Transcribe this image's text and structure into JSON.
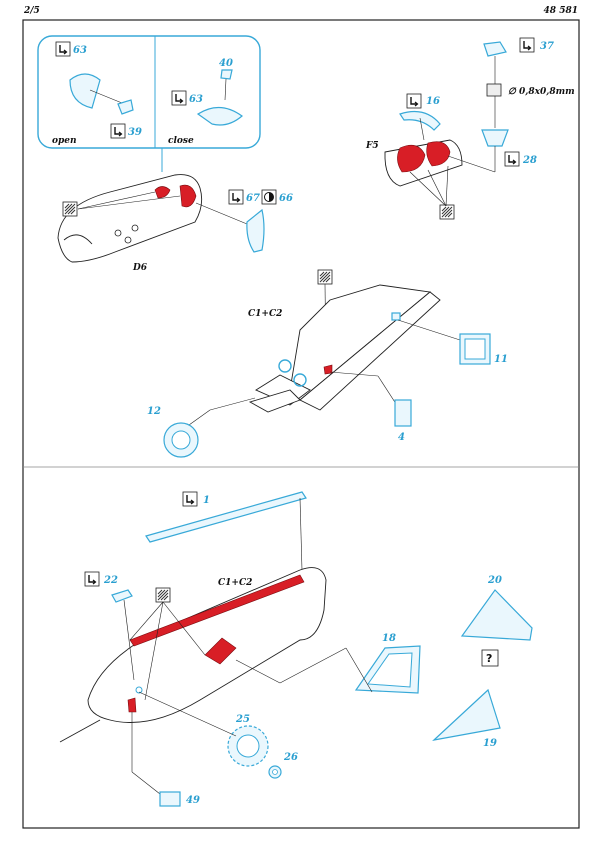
{
  "header": {
    "page": "2/5",
    "code": "48 581"
  },
  "top_panel": {
    "inset": {
      "open_label": "open",
      "close_label": "close",
      "parts": {
        "a": "63",
        "b": "39",
        "c": "40",
        "d": "63"
      }
    },
    "assembly_d6": {
      "label": "D6",
      "parts": {
        "a": "67",
        "b": "66"
      }
    },
    "assembly_f5": {
      "label": "F5",
      "parts": {
        "a": "16",
        "b": "37",
        "c": "28"
      },
      "wire_note": "∅ 0,8x0,8mm"
    },
    "assembly_c1c2": {
      "label": "C1+C2",
      "parts": {
        "a": "11",
        "b": "12",
        "c": "4"
      }
    }
  },
  "bottom_panel": {
    "label": "C1+C2",
    "parts": {
      "a": "1",
      "b": "22",
      "c": "20",
      "d": "18",
      "e": "19",
      "f": "25",
      "g": "26",
      "h": "49"
    },
    "query_mark": "?"
  },
  "icons": [
    "fold-icon",
    "paint-icon",
    "contrast-icon"
  ],
  "colors": {
    "etch": "#38a9d8",
    "number": "#2a9fd0",
    "paint": "#d81e26",
    "frame": "#222222"
  }
}
